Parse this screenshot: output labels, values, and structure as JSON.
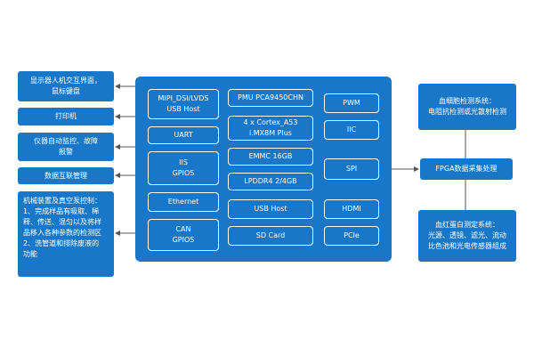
{
  "left_boxes": [
    {
      "name": "display-interaction-box",
      "text": "显示器人机交互界面，\n鼠标键盘"
    },
    {
      "name": "printer-box",
      "text": "打印机"
    },
    {
      "name": "instrument-monitor-box",
      "text": "仪器自动监控、故障\n报警"
    },
    {
      "name": "data-network-box",
      "text": "数据互联管理"
    },
    {
      "name": "mechanical-control-box",
      "text": "机械装置及真空泵控制：\n1、完成样品有吸取、稀\n释、传送、混匀以及将样\n品移入各种参数的检测区\n2、洗管道和排除废液的\n功能"
    }
  ],
  "cpu": {
    "col1": [
      {
        "name": "mipi-usb-block",
        "text": "MIPI_DSI/LVDS\nUSB Host"
      },
      {
        "name": "uart-block",
        "text": "UART"
      },
      {
        "name": "iis-gpios-block",
        "text": "IIS\nGPIOS"
      },
      {
        "name": "ethernet-block",
        "text": "Ethernet"
      },
      {
        "name": "can-gpios-block",
        "text": "CAN\nGPIOS"
      }
    ],
    "col2": [
      {
        "name": "pmu-block",
        "text": "PMU PCA9450CHN"
      },
      {
        "name": "cortex-block",
        "text": "4 x Cortex_A53\ni.MX8M Plus"
      },
      {
        "name": "emmc-block",
        "text": "EMMC 16GB"
      },
      {
        "name": "lpddr4-block",
        "text": "LPDDR4 2/4GB"
      },
      {
        "name": "usb-host-block",
        "text": "USB Host"
      },
      {
        "name": "sd-card-block",
        "text": "SD Card"
      }
    ],
    "col3": [
      {
        "name": "pwm-block",
        "text": "PWM"
      },
      {
        "name": "iic-block",
        "text": "IIC"
      },
      {
        "name": "spi-block",
        "text": "SPI"
      },
      {
        "name": "hdmi-block",
        "text": "HDMI"
      },
      {
        "name": "pcie-block",
        "text": "PCIe"
      }
    ]
  },
  "right_boxes": [
    {
      "name": "blood-cell-system-box",
      "text": "血细胞检测系统：\n电阻抗检测或光散射检测"
    },
    {
      "name": "fpga-box",
      "text": "FPGA数据采集处理"
    },
    {
      "name": "hemoglobin-system-box",
      "text": "血红蛋白测定系统：\n光源、透镜、滤光、流动\n比色池和光电传感器组成"
    }
  ],
  "colors": {
    "accent": "#1877c9",
    "line": "#555555"
  }
}
